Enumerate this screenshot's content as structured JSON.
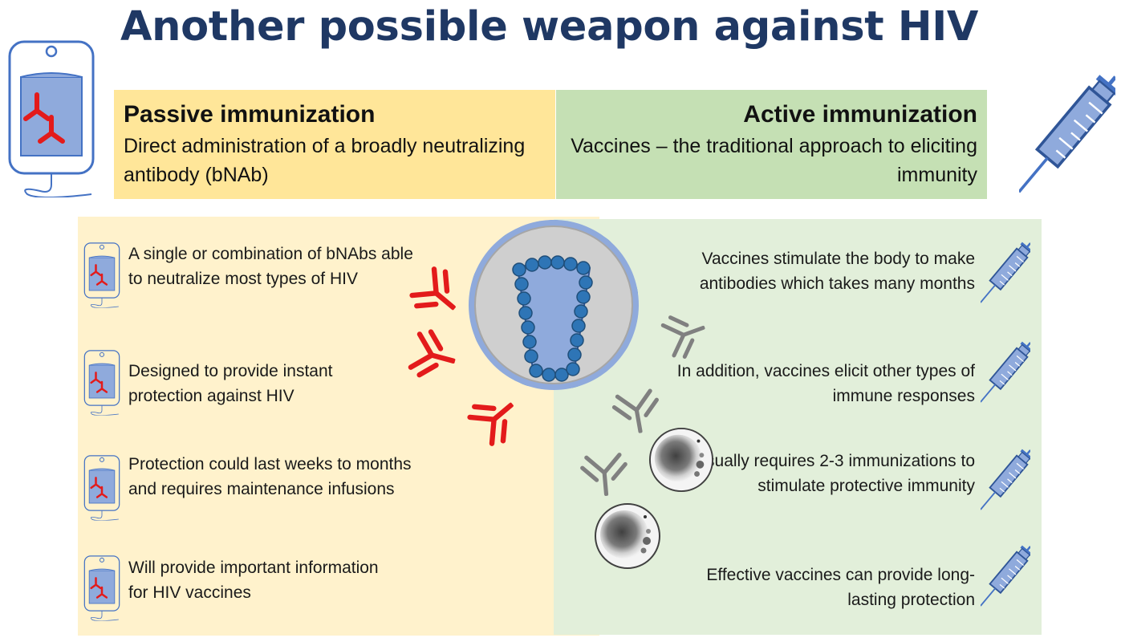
{
  "title": "Another possible weapon against HIV",
  "passive": {
    "heading": "Passive immunization",
    "description": "Direct administration of a broadly neutralizing antibody (bNAb)",
    "items": [
      "A single or combination of bNAbs able to neutralize most types of HIV",
      "Designed to provide instant protection against HIV",
      "Protection could last weeks to months and requires maintenance infusions",
      "Will provide important information for HIV vaccines"
    ]
  },
  "active": {
    "heading": "Active immunization",
    "description": "Vaccines – the traditional approach to eliciting immunity",
    "items": [
      "Vaccines stimulate the body to make antibodies which takes many months",
      "In addition, vaccines elicit other types of immune responses",
      "Usually requires 2-3 immunizations to stimulate protective immunity",
      "Effective vaccines can provide long-lasting protection"
    ]
  },
  "icons": {
    "passive": "iv-bag-icon",
    "active": "syringe-icon",
    "virus": "hiv-virus-icon",
    "antibody": "antibody-icon",
    "cell": "immune-cell-icon"
  },
  "colors": {
    "title": "#1f3864",
    "passive_header": "#ffe699",
    "passive_panel": "#fff2cc",
    "active_header": "#c5e0b4",
    "active_panel": "#e2efda",
    "antibody_passive": "#e31b1b",
    "antibody_active": "#7f7f7f",
    "virus": "#4472c4"
  }
}
